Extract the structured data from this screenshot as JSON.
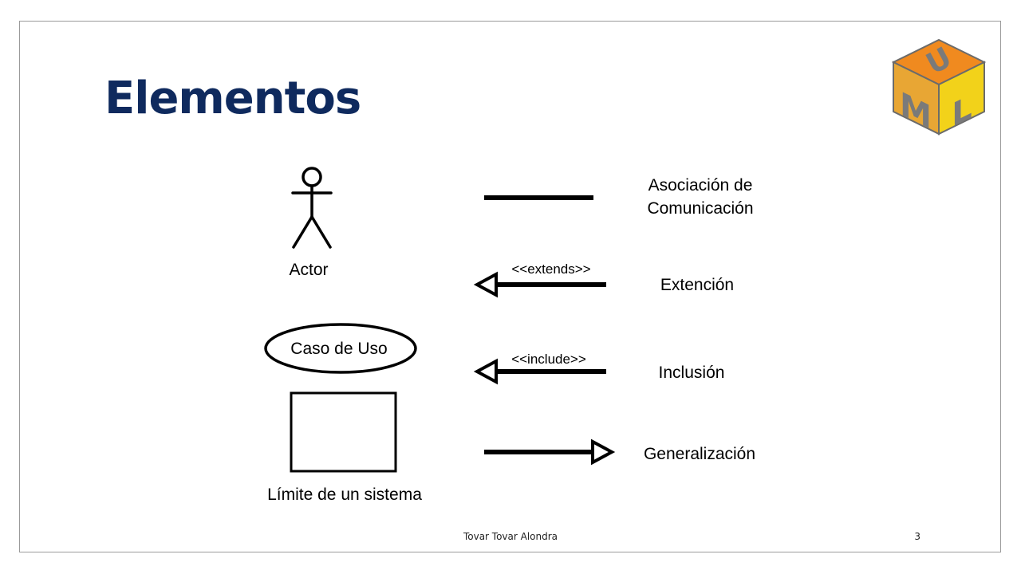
{
  "slide": {
    "title": "Elementos",
    "footer": "Tovar Tovar Alondra",
    "page_number": "3"
  },
  "logo": {
    "letters": [
      "U",
      "M",
      "L"
    ],
    "colors": {
      "top": "#f08a1f",
      "left": "#e8a634",
      "right": "#f2d21a",
      "letters": "#7a7a7a"
    }
  },
  "elements": {
    "actor_label": "Actor",
    "use_case_label": "Caso de Uso",
    "system_boundary_label": "Límite de un sistema"
  },
  "relations": {
    "association": {
      "label_line1": "Asociación de",
      "label_line2": "Comunicación"
    },
    "extension": {
      "stereotype": "<<extends>>",
      "label": "Extención"
    },
    "inclusion": {
      "stereotype": "<<include>>",
      "label": "Inclusión"
    },
    "generalization": {
      "label": "Generalización"
    }
  }
}
